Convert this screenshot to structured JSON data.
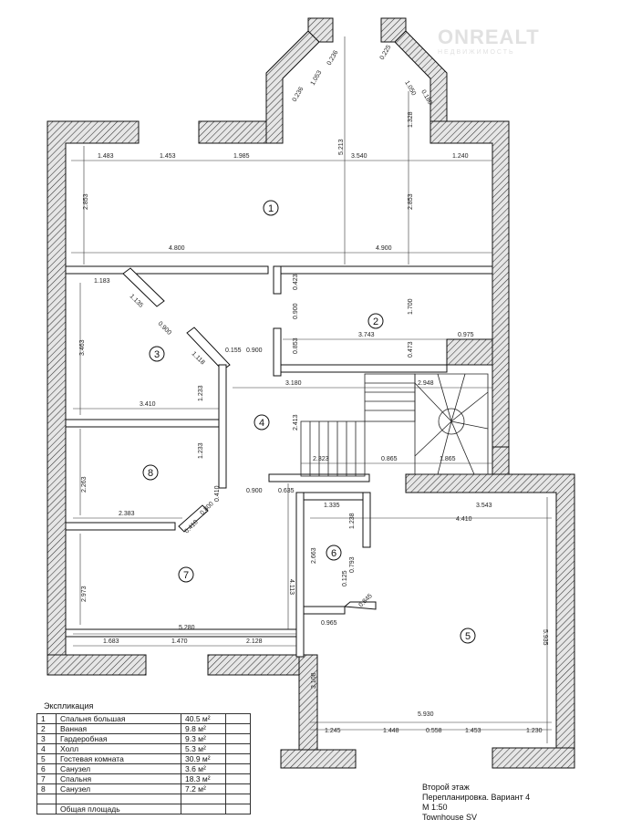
{
  "watermark": {
    "brand": "ONREALT",
    "sub": "НЕДВИЖИМОСТЬ"
  },
  "rooms": [
    {
      "num": "1"
    },
    {
      "num": "2"
    },
    {
      "num": "3"
    },
    {
      "num": "4"
    },
    {
      "num": "5"
    },
    {
      "num": "6"
    },
    {
      "num": "7"
    },
    {
      "num": "8"
    }
  ],
  "dims": {
    "bay_a": "0.236",
    "bay_b": "1.053",
    "bay_c": "0.236",
    "bay_d": "0.225",
    "bay_e": "1.050",
    "bay_f": "0.180",
    "bay_h": "1.328",
    "top_1": "1.483",
    "top_2": "1.453",
    "top_3": "1.985",
    "top_4": "3.540",
    "top_5": "1.240",
    "r1_left_h": "2.853",
    "r1_right_h": "2.853",
    "r1_mid_h": "5.213",
    "w_left": "4.800",
    "w_right": "4.900",
    "r3_a": "1.183",
    "r3_b": "1.135",
    "r3_c": "0.900",
    "r3_d": "1.118",
    "r3_h": "3.463",
    "r3_e": "1.233",
    "r3_w": "3.410",
    "r2_a": "0.423",
    "r2_b": "0.900",
    "r2_c": "0.853",
    "r2_h": "1.700",
    "r2_w": "3.743",
    "r2_d": "0.473",
    "r2_e": "0.975",
    "hall_a": "0.155",
    "hall_b": "0.900",
    "hall_w": "3.180",
    "stair_w": "2.948",
    "hall_h": "2.413",
    "stair_a": "2.323",
    "stair_b": "0.865",
    "stair_c": "1.865",
    "r8_h": "2.263",
    "r8_e": "1.233",
    "r8_w": "2.383",
    "door_a": "0.410",
    "door_b": "0.800",
    "door_c": "0.410",
    "hall_d": "0.900",
    "hall_e": "0.635",
    "r6_w": "1.335",
    "r6_a": "1.238",
    "r6_h": "2.663",
    "r6_b": "0.793",
    "r6_c": "0.125",
    "r6_d": "0.845",
    "r6_e": "0.965",
    "r5_a": "3.543",
    "r5_w": "4.410",
    "r5_h": "5.935",
    "r5_b": "3.108",
    "r5_w2": "5.930",
    "r5_s1": "1.245",
    "r5_s2": "1.448",
    "r5_s3": "0.558",
    "r5_s4": "1.453",
    "r5_s5": "1.230",
    "r7_h": "2.973",
    "r7_w": "5.280",
    "r7_b": "4.113",
    "r7_s1": "1.683",
    "r7_s2": "1.470",
    "r7_s3": "2.128"
  },
  "legend": {
    "title": "Экспликация",
    "rows": [
      {
        "n": "1",
        "name": "Спальня большая",
        "area": "40.5 м²"
      },
      {
        "n": "2",
        "name": "Ванная",
        "area": "9.8 м²"
      },
      {
        "n": "3",
        "name": "Гардеробная",
        "area": "9.3 м²"
      },
      {
        "n": "4",
        "name": "Холл",
        "area": "5.3 м²"
      },
      {
        "n": "5",
        "name": "Гостевая комната",
        "area": "30.9 м²"
      },
      {
        "n": "6",
        "name": "Санузел",
        "area": "3.6 м²"
      },
      {
        "n": "7",
        "name": "Спальня",
        "area": "18.3 м²"
      },
      {
        "n": "8",
        "name": "Санузел",
        "area": "7.2 м²"
      },
      {
        "n": "",
        "name": "",
        "area": ""
      },
      {
        "n": "",
        "name": "Общая площадь",
        "area": ""
      }
    ]
  },
  "caption": {
    "line1": "Второй этаж",
    "line2": "Перепланировка. Вариант 4",
    "line3": "М 1:50",
    "line4": "Townhouse SV"
  }
}
